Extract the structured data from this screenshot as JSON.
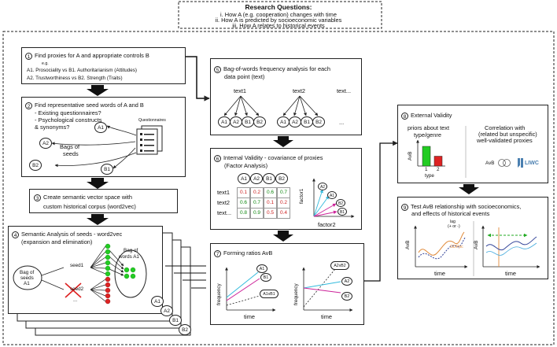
{
  "research_questions": {
    "title": "Research Questions:",
    "items": [
      "i. How A (e.g. cooperation) changes with time",
      "ii. How A is predicted by socioeconomic variables",
      "iii. How A relates to historical events"
    ]
  },
  "step1": {
    "title": "Find proxies for A and appropriate controls B",
    "eg": "e.g.",
    "line1": "A1. Prosociality vs B1. Authoritarianism (Attitudes)",
    "line2": "A2. Trustworthiness vs B2. Strength (Traits)"
  },
  "step2": {
    "title": "Find representative seed words of A and B",
    "lines": [
      "- Existing questionnaires?",
      "- Psychological constructs",
      "& synonyms?"
    ],
    "questionnaires": "Questionnaires",
    "bags": "Bags of",
    "seeds": "seeds"
  },
  "step3": {
    "line1": "Create semantic vector space with",
    "line2": "custom historical corpus (word2vec)"
  },
  "step4": {
    "line1": "Semantic Analysis of seeds - word2vec",
    "line2": "(expansion and elimination)",
    "seed1": "seed1",
    "seed2": "seed2",
    "dots": "...",
    "bag_seeds_1": "Bag of",
    "bag_seeds_2": "seeds",
    "bag_seeds_3": "A1",
    "bag_words_1": "Bag of",
    "bag_words_2": "words A1",
    "stack_labels": [
      "A1",
      "A2",
      "B1",
      "B2"
    ]
  },
  "step5": {
    "title": "Bag-of-words frequency analysis for each",
    "title2": "data point (text)",
    "texts": [
      "text1",
      "text2",
      "text..."
    ],
    "dots": "...",
    "circles": [
      "A1",
      "A2",
      "B1",
      "B2"
    ]
  },
  "step6": {
    "title": "Internal Validity - covariance of proxies",
    "title2": "(Factor Analysis)",
    "headers": [
      "A1",
      "A2",
      "B1",
      "B2"
    ],
    "rows": [
      {
        "label": "text1",
        "values": [
          "0.1",
          "0.2",
          "0.6",
          "0.7"
        ]
      },
      {
        "label": "text2",
        "values": [
          "0.6",
          "0.7",
          "0.1",
          "0.2"
        ]
      },
      {
        "label": "text...",
        "values": [
          "0.8",
          "0.9",
          "0.5",
          "0.4"
        ]
      }
    ],
    "factor1": "factor1",
    "factor2": "factor2",
    "vectors": [
      "A2",
      "A1",
      "B2",
      "B1"
    ]
  },
  "step7": {
    "title": "Forming ratios AvB",
    "frequency": "frequency",
    "time": "time",
    "labels_left": [
      "A1",
      "B1",
      "A1vB1"
    ],
    "labels_right": [
      "A2vB2",
      "A2",
      "B2"
    ]
  },
  "step8": {
    "title": "External Validity",
    "priors1": "priors about text",
    "priors2": "type/genre",
    "avb": "AvB",
    "bars": [
      {
        "label": "1",
        "value": 1.0,
        "color": "#22cc22"
      },
      {
        "label": "2",
        "value": 0.5,
        "color": "#dd2222"
      }
    ],
    "type": "type",
    "corr1": "Correlation with",
    "corr2": "(related but unspecific)",
    "corr3": "well-validated proxies",
    "liwc": "LIWC"
  },
  "step9": {
    "title": "Test AvB relationship with socioeconomics,",
    "title2": "and effects of historical events",
    "avb": "AvB",
    "time": "time",
    "lag1": "lag",
    "lag2": "(+ or -)",
    "gdp": "GDPpc"
  }
}
